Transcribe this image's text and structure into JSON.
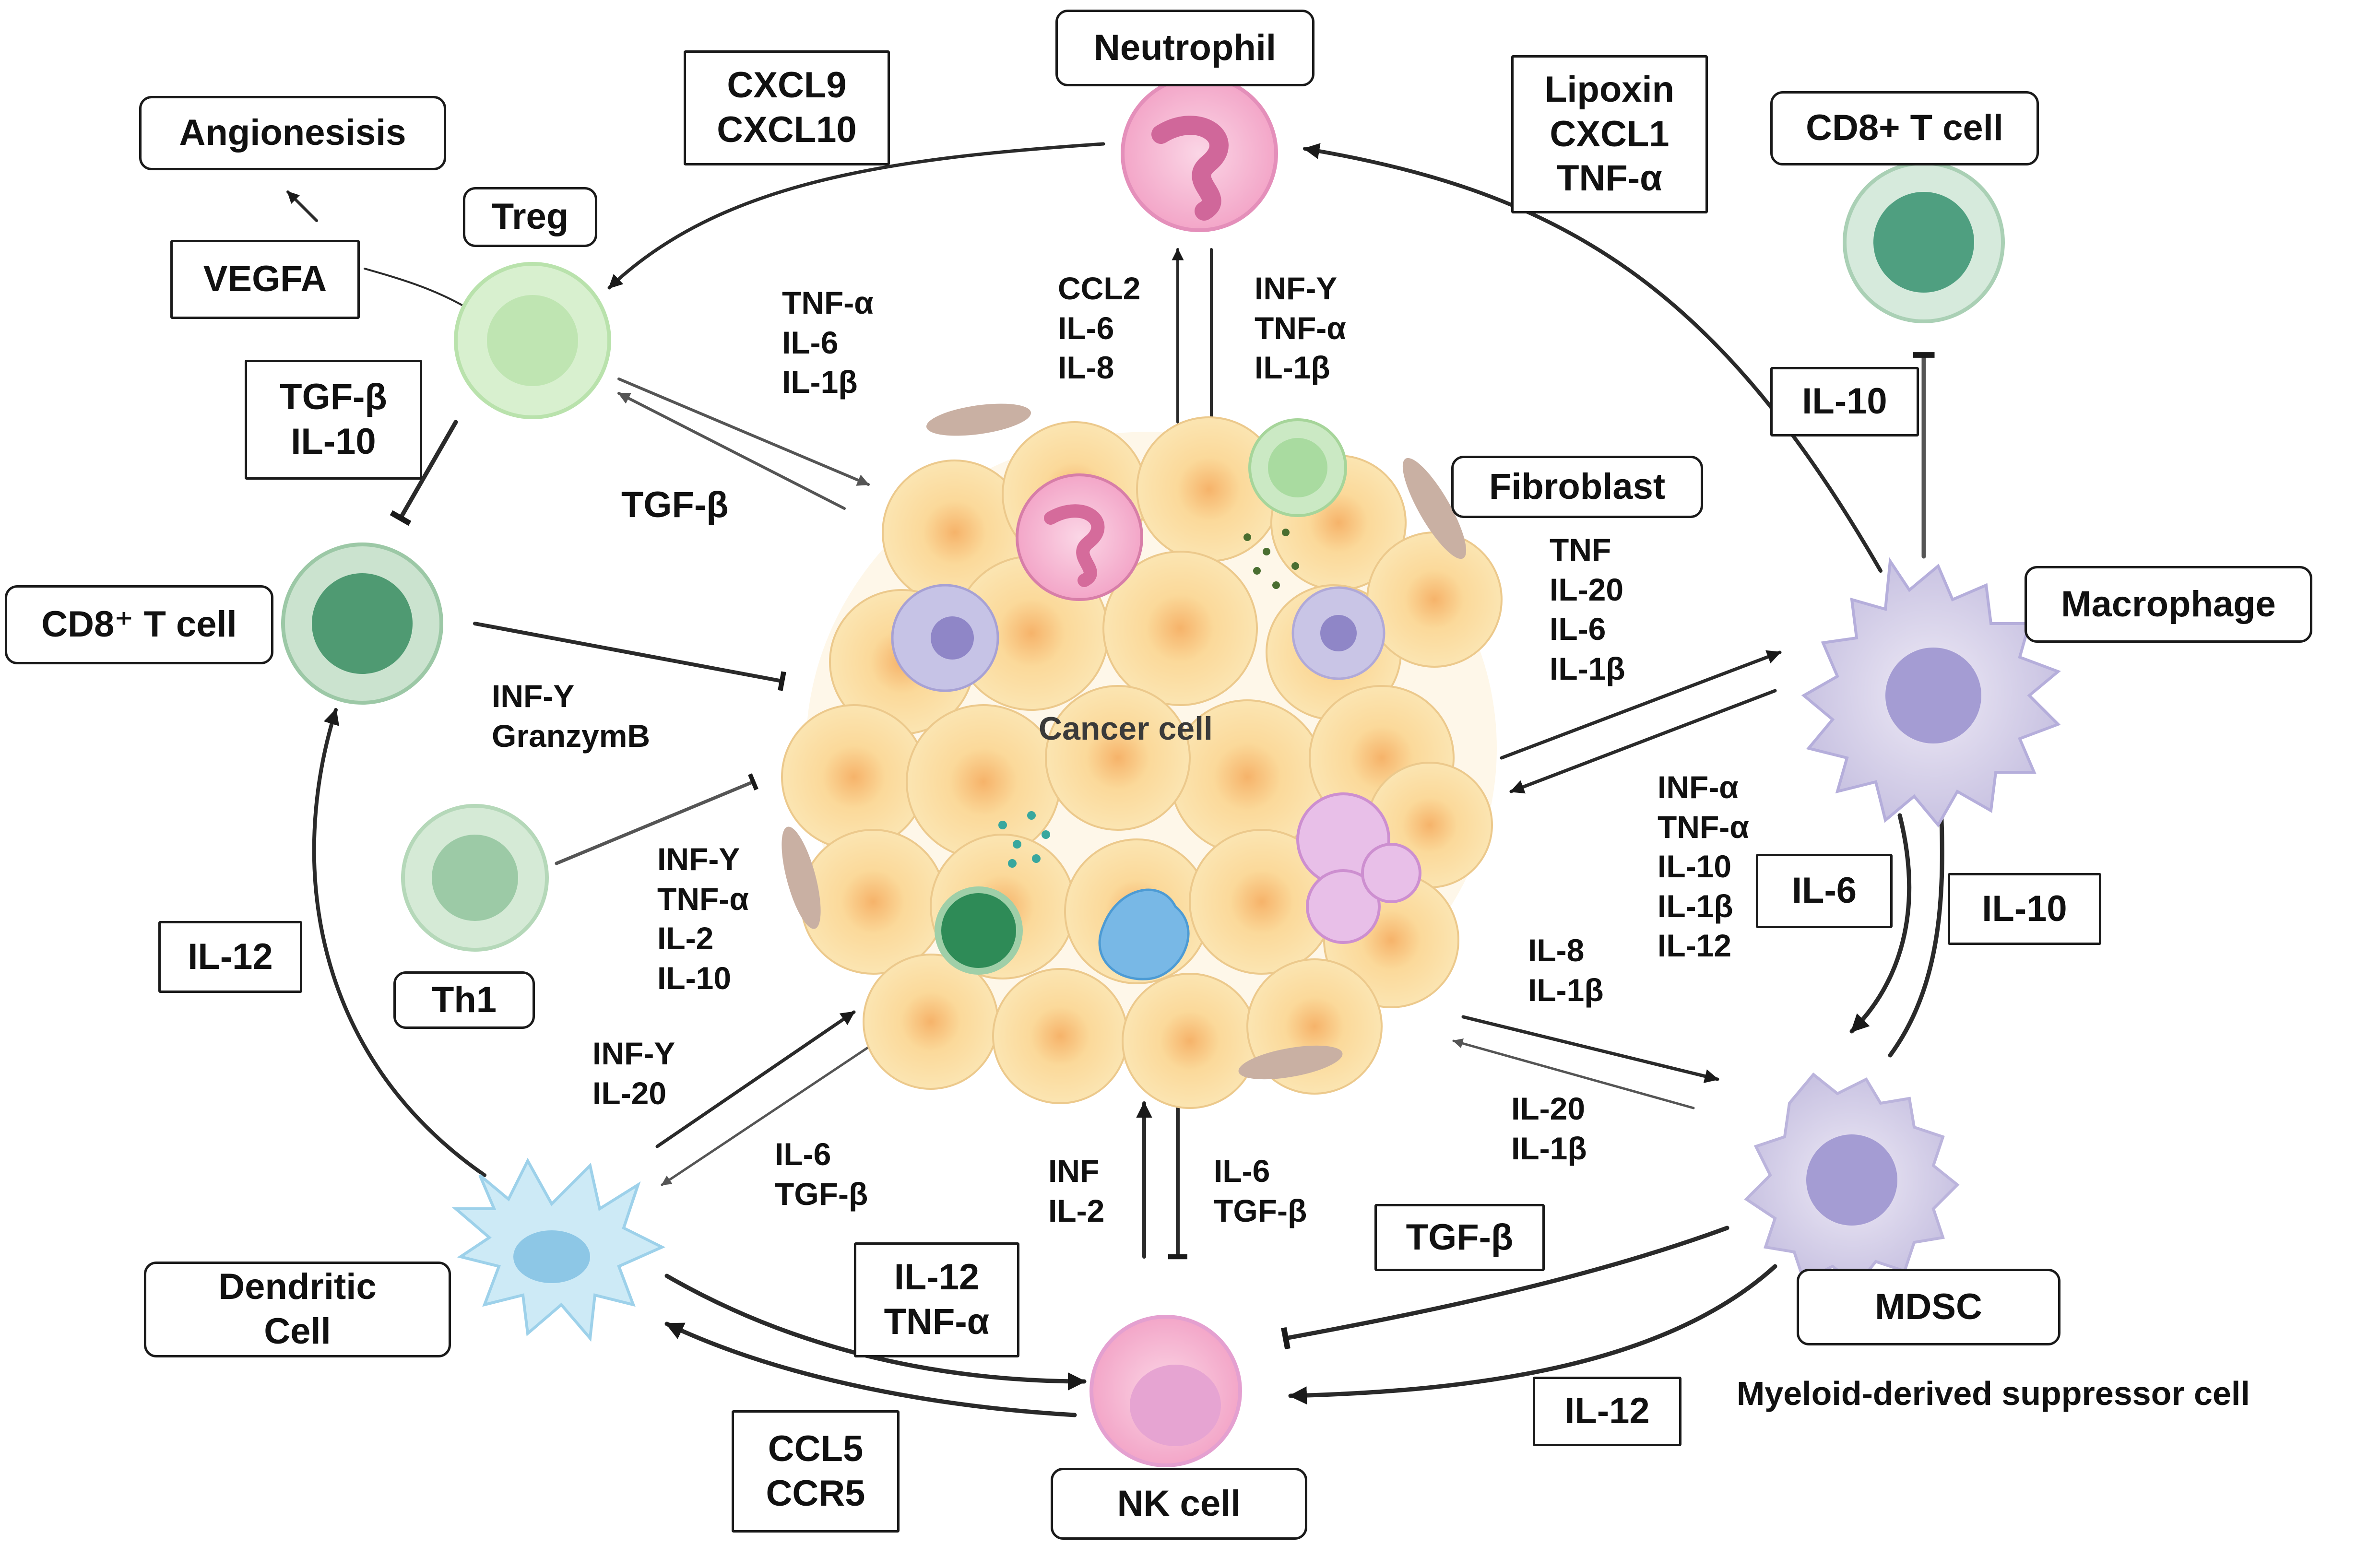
{
  "cells": {
    "neutrophil": "Neutrophil",
    "cd8_top_right": "CD8+ T cell",
    "angiogenesis": "Angionesisis",
    "treg": "Treg",
    "cd8_left": "CD8⁺ T cell",
    "fibroblast": "Fibroblast",
    "macrophage": "Macrophage",
    "th1": "Th1",
    "dendritic": [
      "Dendritic",
      "Cell"
    ],
    "mdsc": "MDSC",
    "mdsc_full": "Myeloid-derived suppressor cell",
    "nk": "NK cell",
    "cancer": "Cancer cell"
  },
  "boxed_factors": {
    "cxcl9_cxcl10": [
      "CXCL9",
      "CXCL10"
    ],
    "lipoxin": [
      "Lipoxin",
      "CXCL1",
      "TNF-α"
    ],
    "vegfa": [
      "VEGFA"
    ],
    "tgfb_il10": [
      "TGF-β",
      "IL-10"
    ],
    "il10_cd8": [
      "IL-10"
    ],
    "il12_left": [
      "IL-12"
    ],
    "il6_right": [
      "IL-6"
    ],
    "il10_right": [
      "IL-10"
    ],
    "il12_tnfa": [
      "IL-12",
      "TNF-α"
    ],
    "tgfb_mdsc": [
      "TGF-β"
    ],
    "ccl5_ccr5": [
      "CCL5",
      "CCR5"
    ],
    "il12_bottom": [
      "IL-12"
    ]
  },
  "factors": {
    "treg_to_cancer": [
      "TNF-α",
      "IL-6",
      "IL-1β"
    ],
    "cancer_to_neutrophil": [
      "CCL2",
      "IL-6",
      "IL-8"
    ],
    "neutrophil_to_cancer": [
      "INF-Y",
      "TNF-α",
      "IL-1β"
    ],
    "cancer_to_treg": [
      "TGF-β"
    ],
    "cd8_to_cancer": [
      "INF-Y",
      "GranzymB"
    ],
    "fibroblast_to_macrophage": [
      "TNF",
      "IL-20",
      "IL-6",
      "IL-1β"
    ],
    "macrophage_to_cancer": [
      "INF-α",
      "TNF-α",
      "IL-10",
      "IL-1β",
      "IL-12"
    ],
    "th1_to_cancer": [
      "INF-Y",
      "TNF-α",
      "IL-2",
      "IL-10"
    ],
    "cancer_to_mdsc": [
      "IL-8",
      "IL-1β"
    ],
    "dendritic_to_cancer": [
      "INF-Y",
      "IL-20"
    ],
    "cancer_to_dendritic": [
      "IL-6",
      "TGF-β"
    ],
    "mdsc_to_cancer": [
      "IL-20",
      "IL-1β"
    ],
    "nk_to_cancer": [
      "INF",
      "IL-2"
    ],
    "cancer_to_nk": [
      "IL-6",
      "TGF-β"
    ]
  }
}
